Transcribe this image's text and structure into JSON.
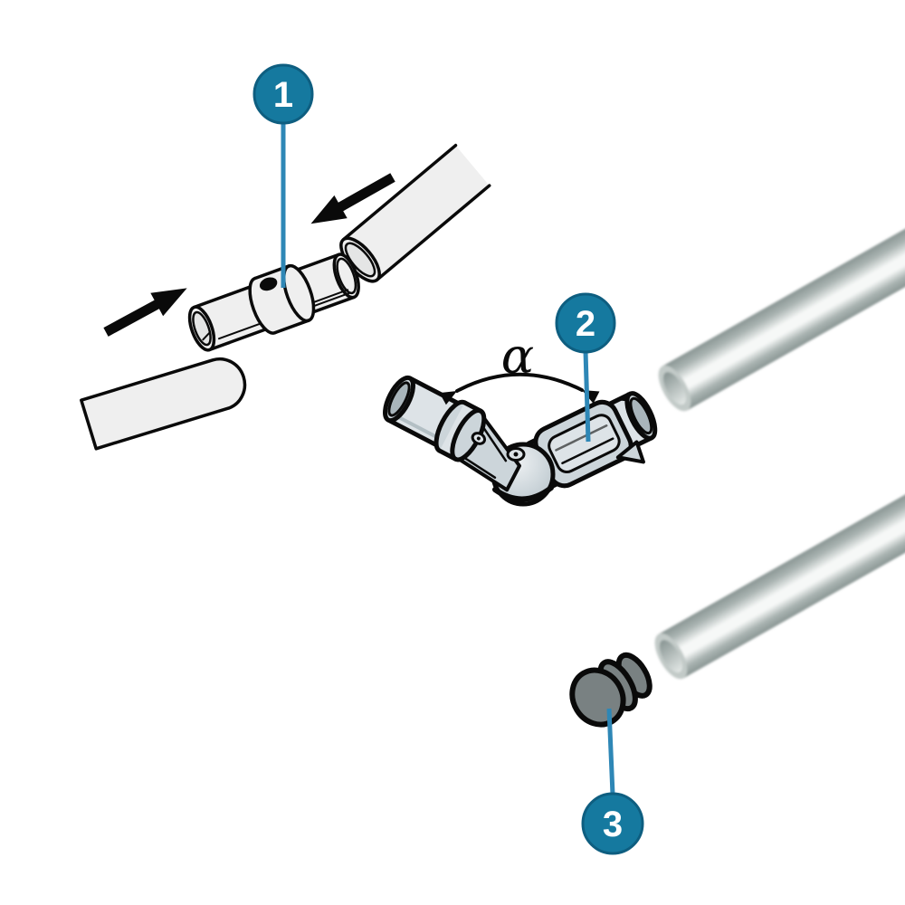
{
  "figure": {
    "type": "assembly-instruction-diagram",
    "background": "#ffffff",
    "angle_label": "α",
    "callouts": [
      {
        "number": "1"
      },
      {
        "number": "2"
      },
      {
        "number": "3"
      }
    ],
    "colors": {
      "page_bg": "#ffffff",
      "ink": "#0a0a0a",
      "callout_fill": "#15799f",
      "callout_stroke": "#0e5e80",
      "leader": "#2e87b6",
      "number": "#ffffff",
      "part_fill": "#efefef",
      "part_fill2": "#e4e5e5",
      "elbow_fill": "#ccd5da",
      "elbow_light": "#dde3e7",
      "elbow_dark": "#a9b5bb",
      "ball_light": "#eef1f3",
      "ball_dark": "#b0bcc2",
      "cap_fill": "#798182",
      "tube_edge": "#8a9694",
      "tube_edge2": "#aab4b2",
      "tube_mid": "#f6f8f7",
      "rim_fill": "#c2cac8",
      "hole_dark": "#83908e",
      "hole_light": "#e3e8e6"
    }
  }
}
